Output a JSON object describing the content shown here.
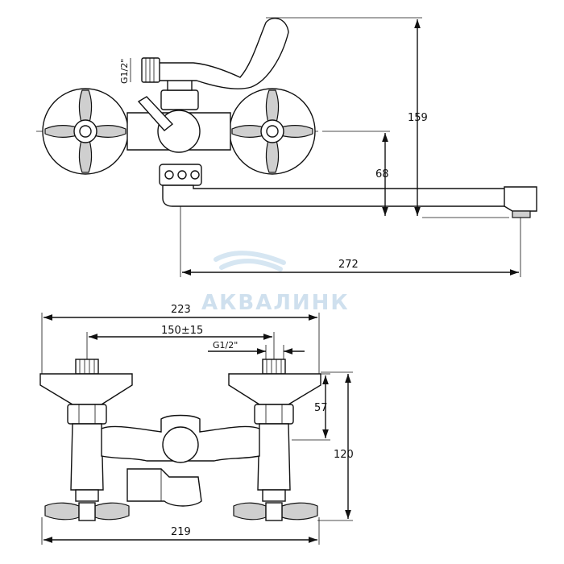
{
  "watermark": {
    "brand": "АКВАЛИНК",
    "color": "#cfe0ee"
  },
  "top_view": {
    "thread_label": "G1/2\"",
    "dims": {
      "height_total": "159",
      "spout_drop": "68",
      "spout_reach": "272"
    }
  },
  "front_view": {
    "thread_label": "G1/2\"",
    "dims": {
      "overall_width": "223",
      "center_distance": "150±15",
      "base_width": "219",
      "handle_height": "57",
      "total_height": "120"
    }
  },
  "colors": {
    "line": "#111111",
    "grey_fill": "#cfcfcf"
  }
}
